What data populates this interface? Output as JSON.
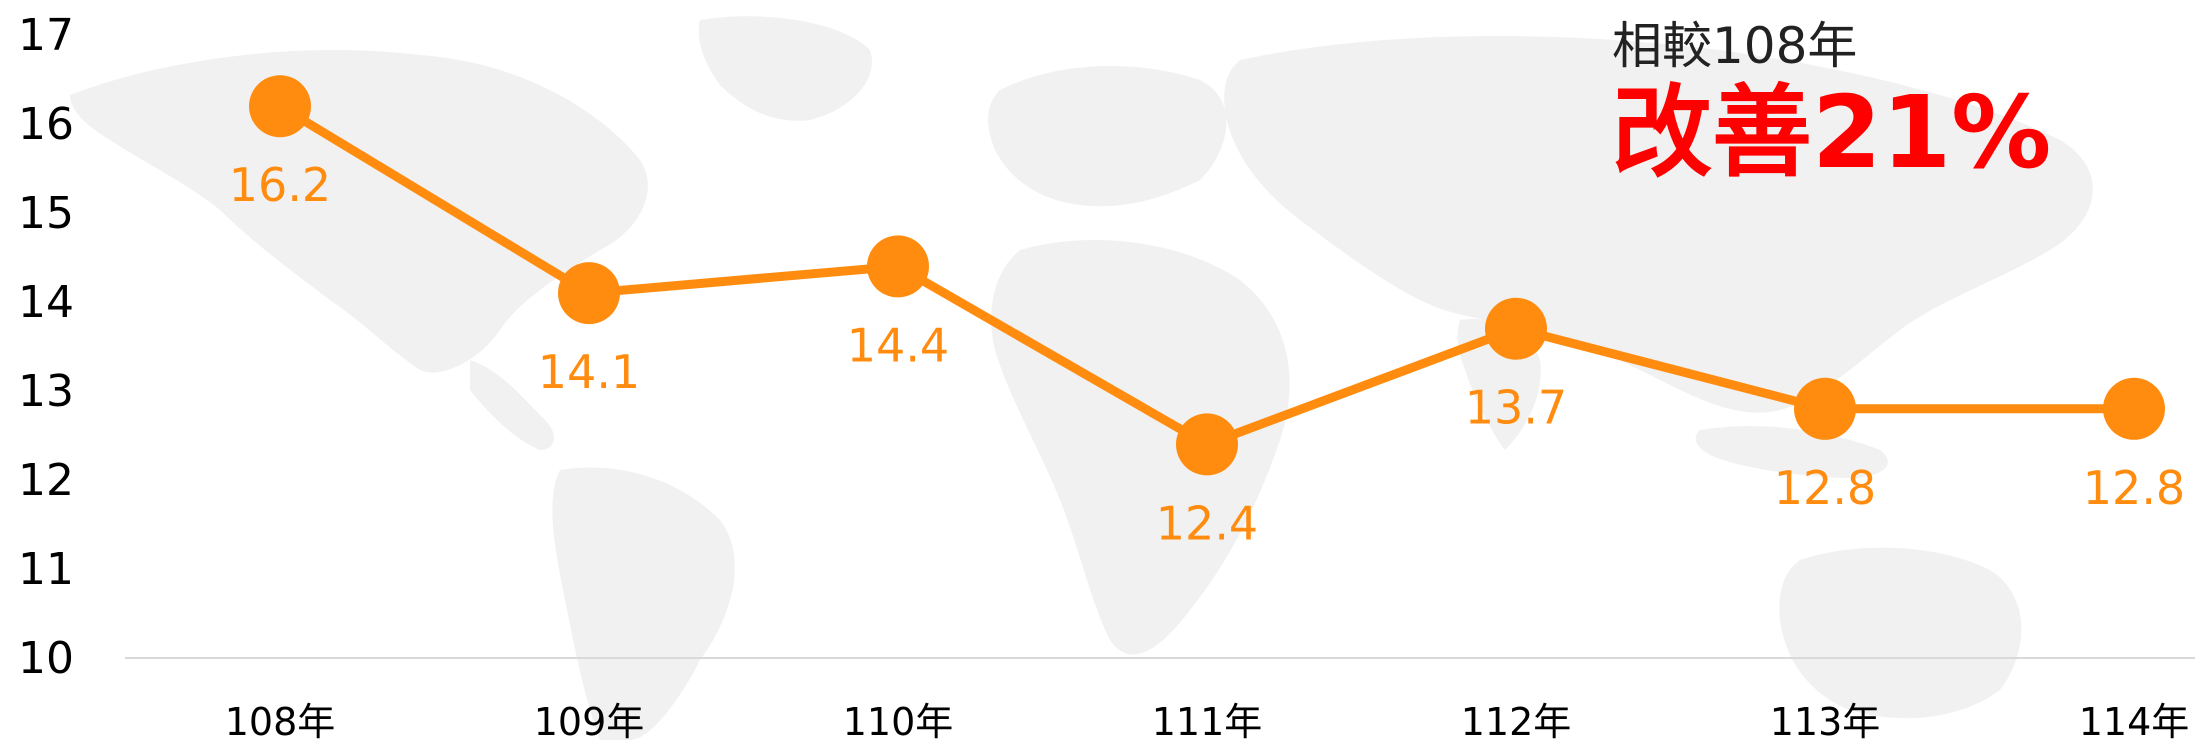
{
  "chart_data": {
    "type": "line",
    "categories": [
      "108年",
      "109年",
      "110年",
      "111年",
      "112年",
      "113年",
      "114年"
    ],
    "series": [
      {
        "values": [
          16.2,
          14.1,
          14.4,
          12.4,
          13.7,
          12.8,
          12.8
        ]
      }
    ],
    "data_labels": [
      "16.2",
      "14.1",
      "14.4",
      "12.4",
      "13.7",
      "12.8",
      "12.8"
    ],
    "y_ticks": [
      10,
      11,
      12,
      13,
      14,
      15,
      16,
      17
    ],
    "ylim": [
      10,
      17
    ],
    "grid": false,
    "colors": {
      "line": "#ff8c0f",
      "label": "#ff8c0f",
      "axis": "#d9d9d9",
      "tick": "#000000",
      "map": "#f0f0f0"
    }
  },
  "annotation": {
    "subtitle": "相較108年",
    "highlight": "改善21%",
    "highlight_color": "#ff0000"
  }
}
